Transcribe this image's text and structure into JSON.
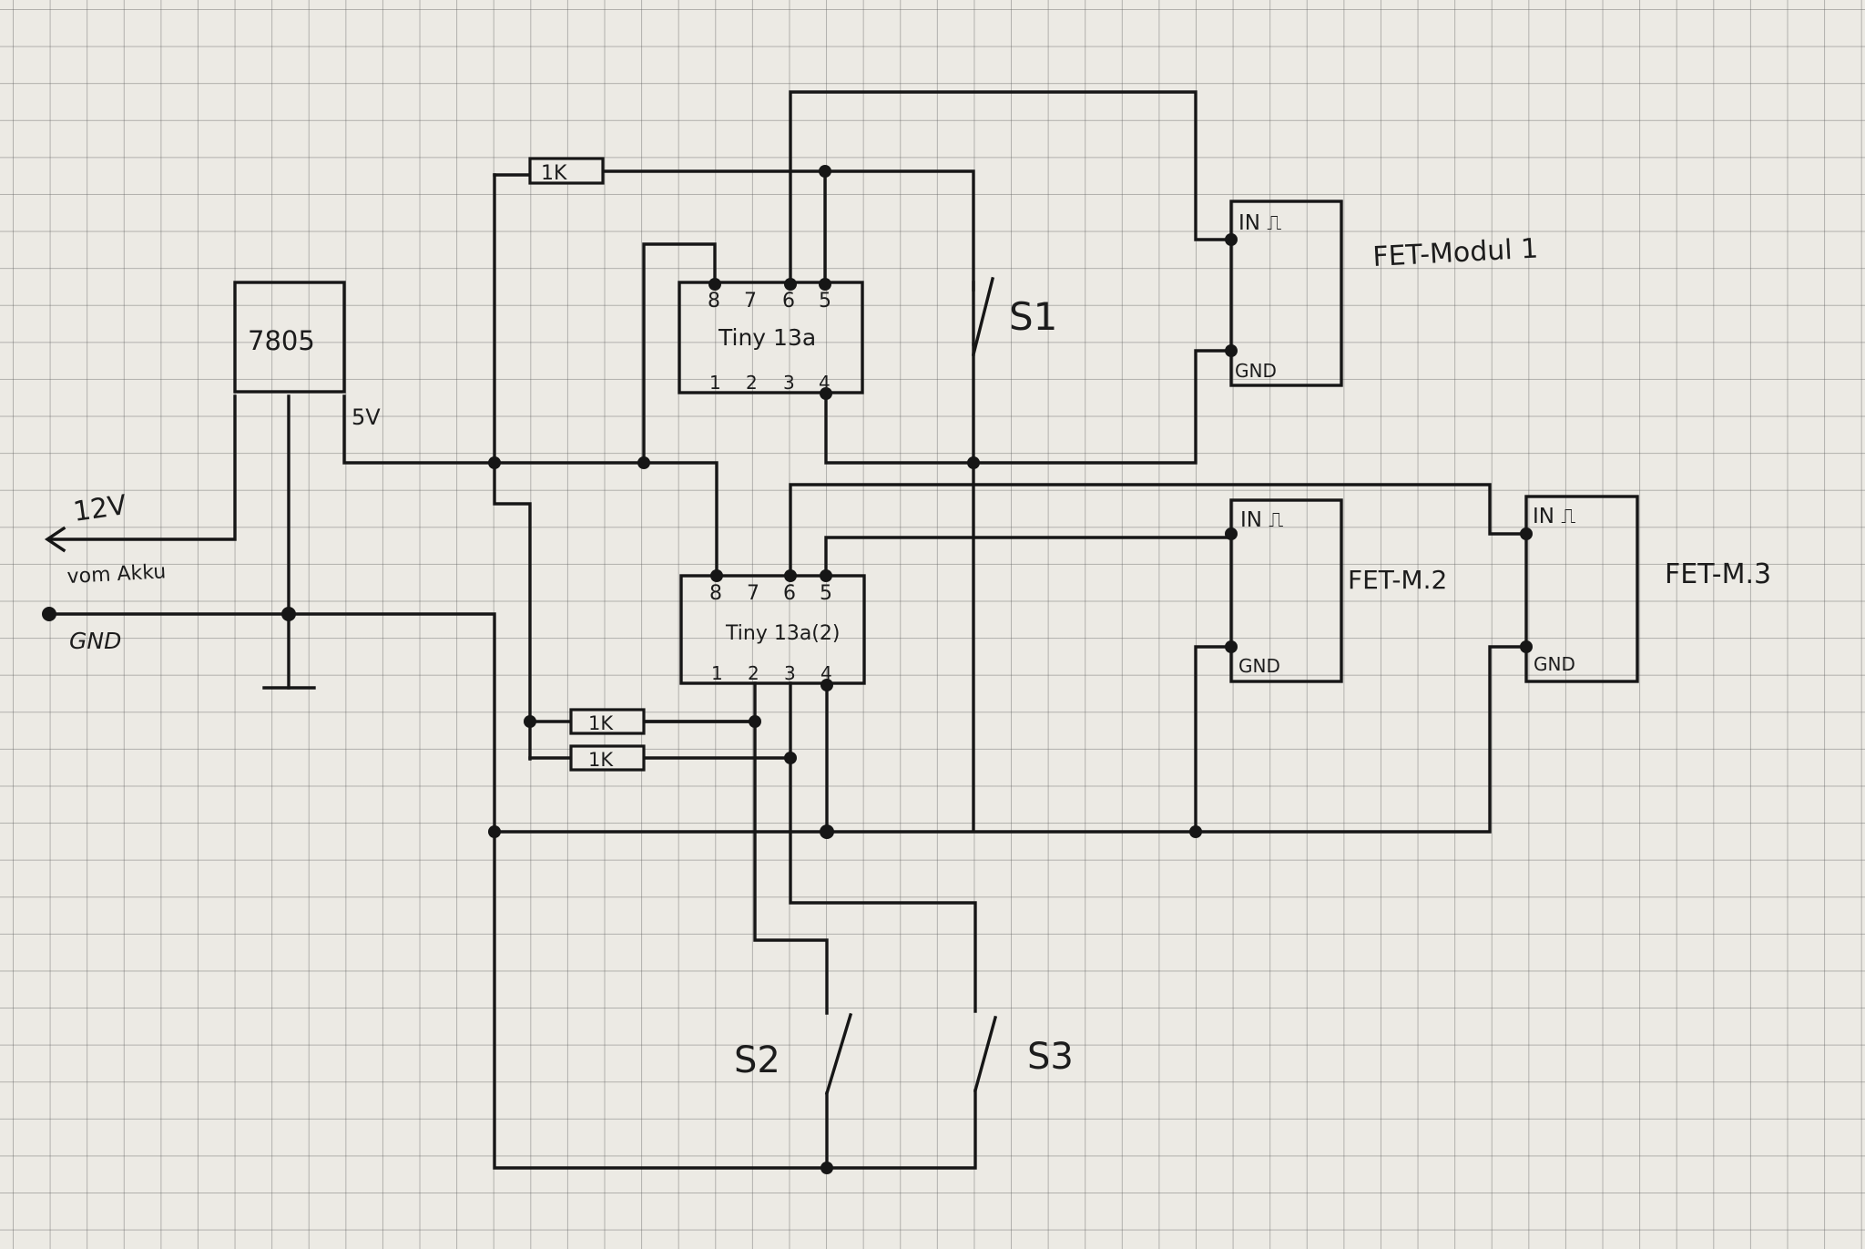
{
  "regulator": {
    "label": "7805"
  },
  "power": {
    "out_5v": "5V",
    "in_12v": "12V",
    "source": "vom Akku",
    "gnd": "GND"
  },
  "mcu1": {
    "label": "Tiny 13a",
    "pins_top": [
      "8",
      "7",
      "6",
      "5"
    ],
    "pins_bottom": [
      "1",
      "2",
      "3",
      "4"
    ]
  },
  "mcu2": {
    "label": "Tiny 13a(2)",
    "pins_top": [
      "8",
      "7",
      "6",
      "5"
    ],
    "pins_bottom": [
      "1",
      "2",
      "3",
      "4"
    ]
  },
  "resistors": [
    "1K",
    "1K",
    "1K"
  ],
  "switches": [
    "S1",
    "S2",
    "S3"
  ],
  "fet_modules": [
    {
      "title": "FET-Modul 1",
      "in": "IN ⎍",
      "gnd": "GND"
    },
    {
      "title": "FET-M.2",
      "in": "IN ⎍",
      "gnd": "GND"
    },
    {
      "title": "FET-M.3",
      "in": "IN ⎍",
      "gnd": "GND"
    }
  ]
}
